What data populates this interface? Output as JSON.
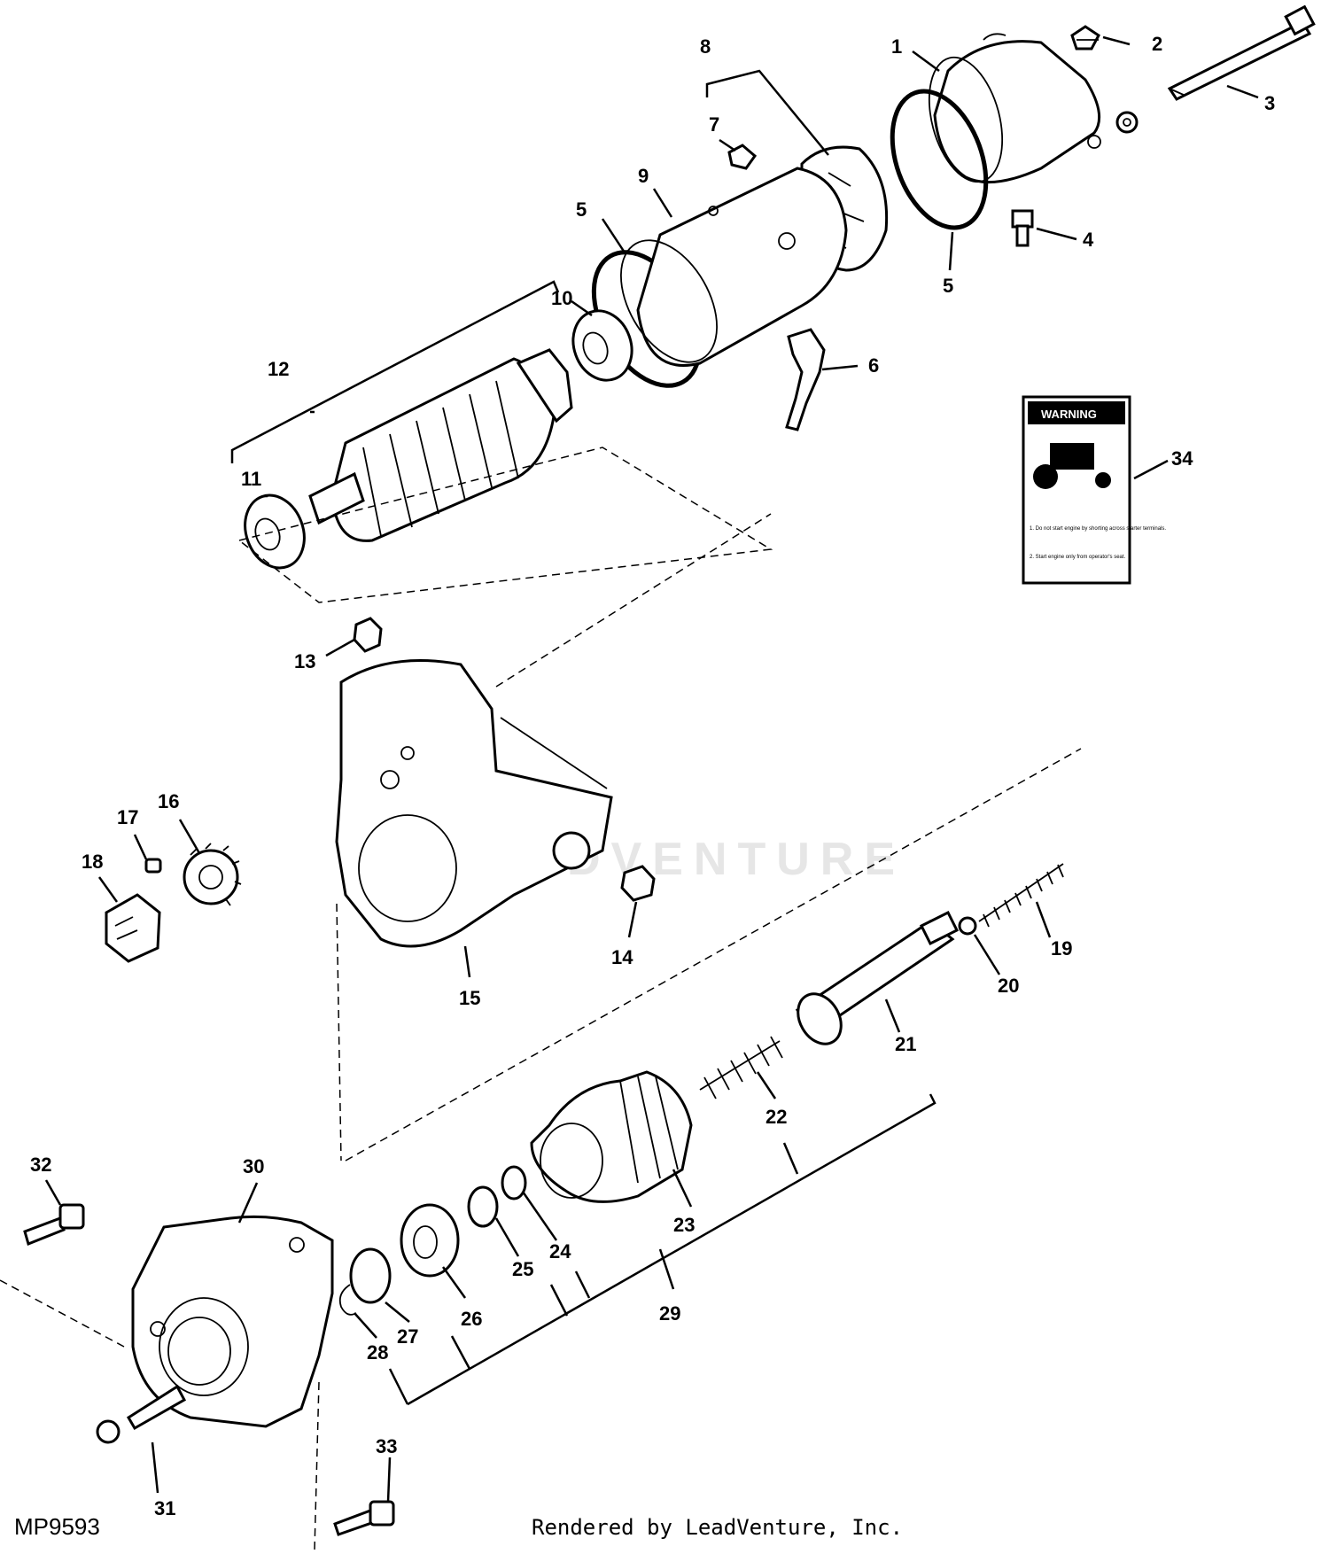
{
  "figure": {
    "id": "MP9593",
    "credit": "Rendered by LeadVenture, Inc.",
    "watermark": "LEADVENTURE"
  },
  "callouts": [
    "1",
    "2",
    "3",
    "4",
    "5",
    "5",
    "6",
    "7",
    "8",
    "9",
    "10",
    "11",
    "12",
    "13",
    "14",
    "15",
    "16",
    "17",
    "18",
    "19",
    "20",
    "21",
    "22",
    "23",
    "24",
    "25",
    "26",
    "27",
    "28",
    "29",
    "30",
    "31",
    "32",
    "33",
    "34"
  ],
  "warning_decal": {
    "heading": "WARNING",
    "lines": [
      "1. Do not start engine by shorting across starter terminals.",
      "2. Start engine only from operator's seat."
    ]
  }
}
